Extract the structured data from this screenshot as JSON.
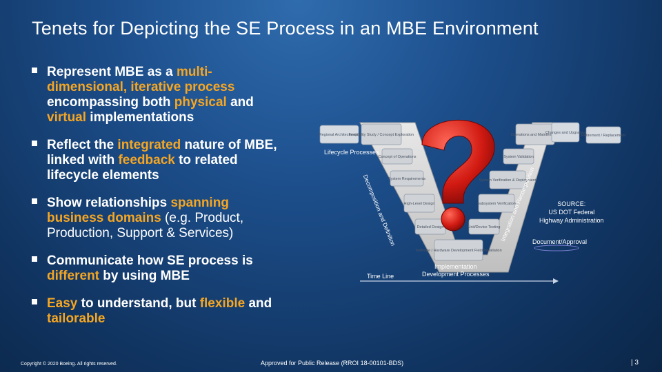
{
  "title": "Tenets for Depicting the SE Process in an MBE Environment",
  "bullets": [
    {
      "segments": [
        {
          "t": "Represent MBE as a ",
          "hl": false
        },
        {
          "t": "multi-dimensional, iterative process",
          "hl": true
        },
        {
          "t": " encompassing both ",
          "hl": false
        },
        {
          "t": "physical",
          "hl": true
        },
        {
          "t": " and ",
          "hl": false
        },
        {
          "t": "virtual",
          "hl": true
        },
        {
          "t": " implementations",
          "hl": false
        }
      ]
    },
    {
      "segments": [
        {
          "t": "Reflect the ",
          "hl": false
        },
        {
          "t": "integrated",
          "hl": true
        },
        {
          "t": " nature of MBE, linked with ",
          "hl": false
        },
        {
          "t": "feedback",
          "hl": true
        },
        {
          "t": " to related lifecycle elements",
          "hl": false
        }
      ]
    },
    {
      "segments": [
        {
          "t": "Show relationships ",
          "hl": false
        },
        {
          "t": "spanning business domains",
          "hl": true
        },
        {
          "t": " (e.g. Product, Production, Support & Services)",
          "hl": false,
          "light": true
        }
      ]
    },
    {
      "segments": [
        {
          "t": "Communicate how SE process is ",
          "hl": false
        },
        {
          "t": "different",
          "hl": true
        },
        {
          "t": " by using MBE",
          "hl": false
        }
      ]
    },
    {
      "segments": [
        {
          "t": "Easy",
          "hl": true
        },
        {
          "t": " to understand, but ",
          "hl": false
        },
        {
          "t": "flexible",
          "hl": true
        },
        {
          "t": " and ",
          "hl": false
        },
        {
          "t": "tailorable",
          "hl": true
        }
      ]
    }
  ],
  "diagram": {
    "lifecycle_label": "Lifecycle Processes",
    "timeline_label": "Time Line",
    "impl_label": "Implementation\nDevelopment Processes",
    "source_label": "SOURCE:\nUS DOT Federal\nHighway Administration",
    "doc_label": "Document/Approval",
    "decomp_label": "Decomposition and Definition",
    "recomp_label": "Integration and Recomposition",
    "boxes": [
      "Regional Architecture(s)",
      "Feasibility Study / Concept Exploration",
      "Concept of Operations",
      "System Requirements",
      "High-Level Design",
      "Detailed Design",
      "Software / Hardware Development Field Installation",
      "Unit/Device Testing",
      "Subsystem Verification",
      "System Verification & Deployment",
      "System Validation",
      "Operations and Maintenance",
      "Changes and Upgrades",
      "Retirement / Replacement"
    ]
  },
  "footer": {
    "copyright": "Copyright © 2020 Boeing. All rights reserved.",
    "approval": "Approved for Public Release (RROI 18-00101-BDS)",
    "page": "| 3"
  }
}
